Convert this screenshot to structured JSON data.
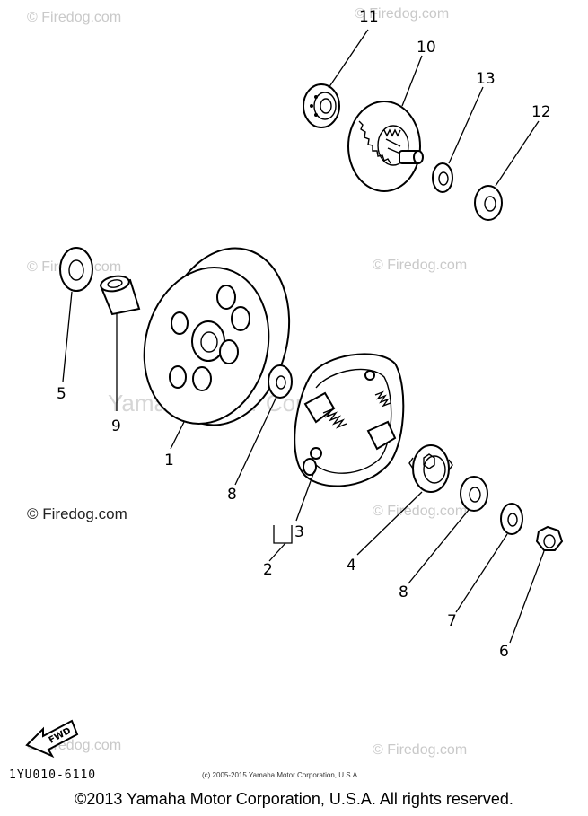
{
  "watermark": {
    "site": "© Firedog.com",
    "corp": "Yamaha Motor Corp., U.S.A."
  },
  "callouts": {
    "p1": "1",
    "p2": "2",
    "p3": "3",
    "p4": "4",
    "p5": "5",
    "p6": "6",
    "p7": "7",
    "p8a": "8",
    "p8b": "8",
    "p9": "9",
    "p10": "10",
    "p11": "11",
    "p12": "12",
    "p13": "13"
  },
  "fwd_label": "FWD",
  "diagram_code": "1YU010-6110",
  "small_copyright": "(c) 2005-2015 Yamaha Motor Corporation, U.S.A.",
  "footer_copyright": "©2013 Yamaha Motor Corporation, U.S.A. All rights reserved."
}
